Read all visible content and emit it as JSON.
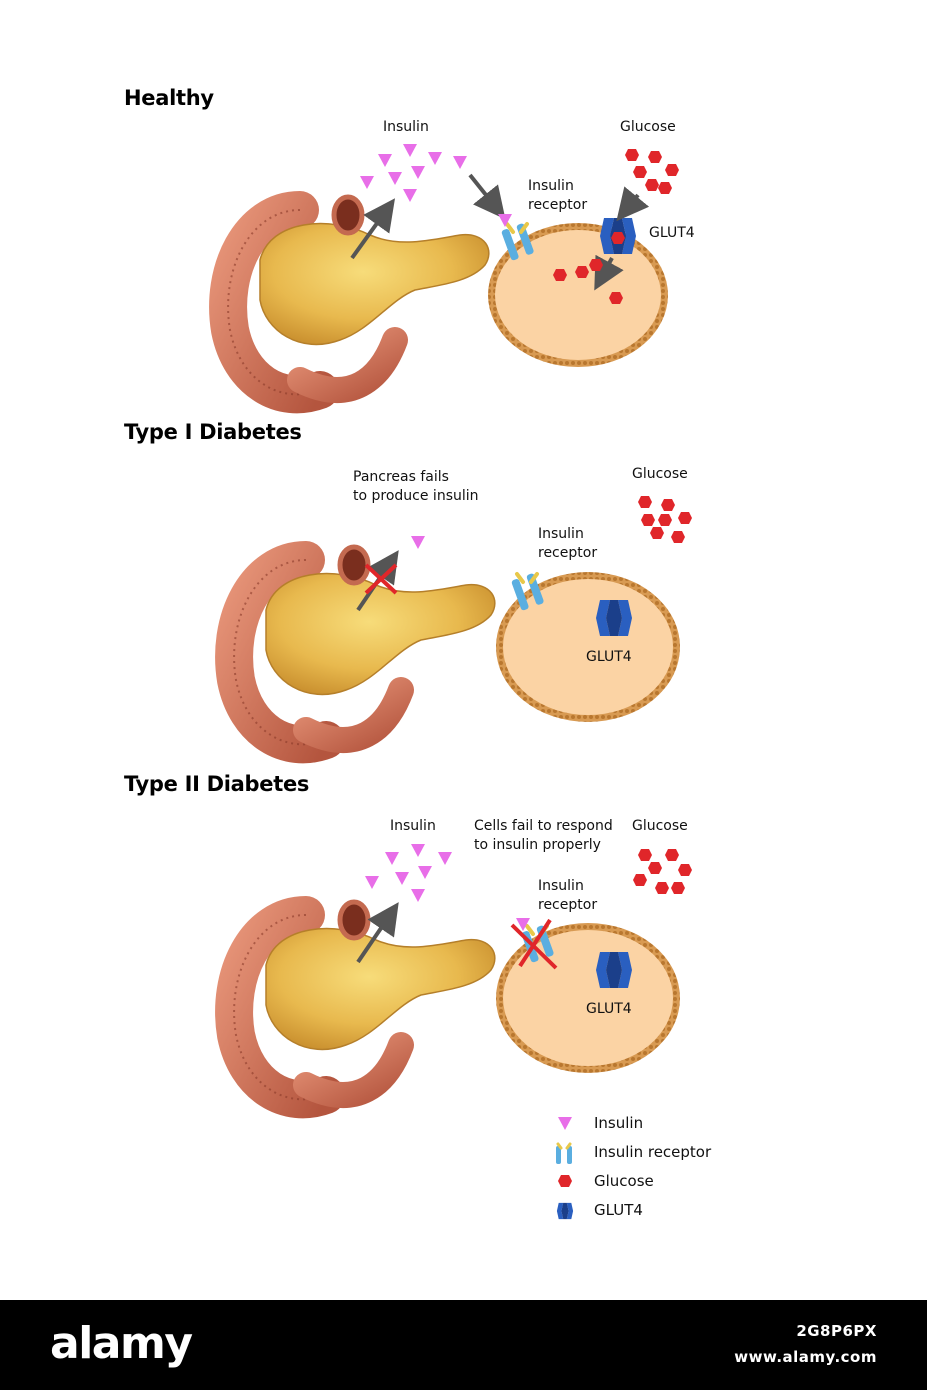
{
  "panels": {
    "healthy": {
      "title": "Healthy",
      "insulin_label": "Insulin",
      "glucose_label": "Glucose",
      "receptor_label_line1": "Insulin",
      "receptor_label_line2": "receptor",
      "glut4_label": "GLUT4"
    },
    "type1": {
      "title": "Type I Diabetes",
      "failure_line1": "Pancreas fails",
      "failure_line2": "to produce insulin",
      "glucose_label": "Glucose",
      "receptor_label_line1": "Insulin",
      "receptor_label_line2": "receptor",
      "glut4_label": "GLUT4"
    },
    "type2": {
      "title": "Type II Diabetes",
      "insulin_label": "Insulin",
      "failure_line1": "Cells fail to respond",
      "failure_line2": "to insulin properly",
      "glucose_label": "Glucose",
      "receptor_label_line1": "Insulin",
      "receptor_label_line2": "receptor",
      "glut4_label": "GLUT4"
    }
  },
  "legend": [
    {
      "label": "Insulin",
      "icon": "insulin-triangle-icon"
    },
    {
      "label": "Insulin receptor",
      "icon": "insulin-receptor-icon"
    },
    {
      "label": "Glucose",
      "icon": "glucose-hexagon-icon"
    },
    {
      "label": "GLUT4",
      "icon": "glut4-transporter-icon"
    }
  ],
  "watermark": {
    "brand": "alamy",
    "image_id": "2G8P6PX",
    "url": "www.alamy.com"
  },
  "colors": {
    "insulin": "#e86ee8",
    "glucose": "#e0262a",
    "receptor": "#5aaee0",
    "glut4": "#2a5fc0",
    "cell_fill": "#fbd3a4",
    "membrane": "#c98a3e",
    "cross": "#e0262a",
    "arrow": "#555555"
  }
}
